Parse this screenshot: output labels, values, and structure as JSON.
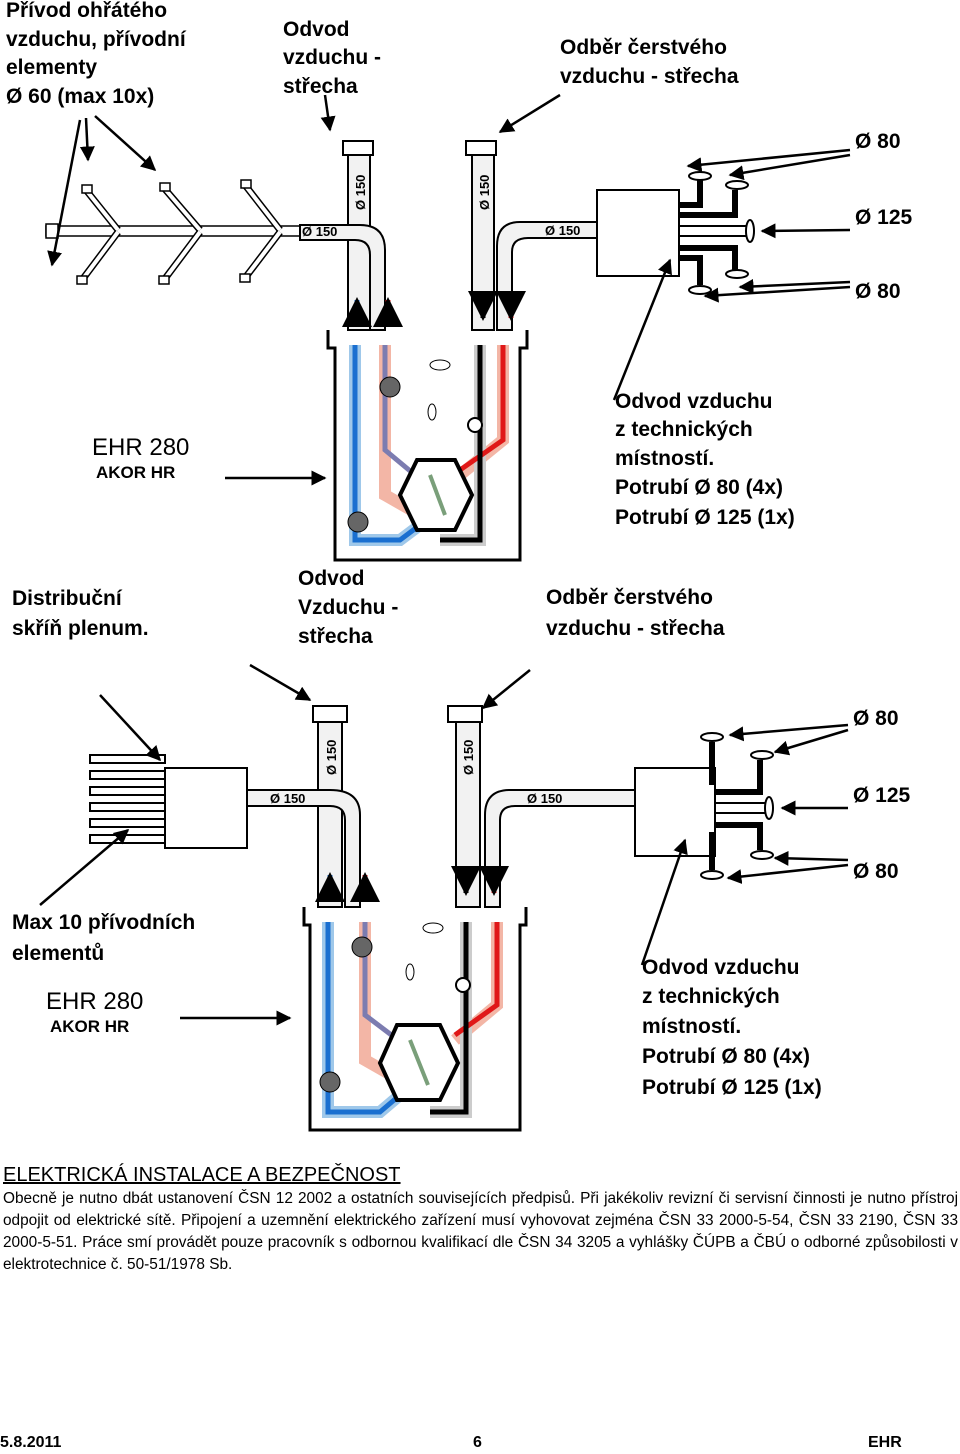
{
  "top_diagram": {
    "label_supply": [
      "Přívod ohřátého",
      "vzduchu, přívodní",
      "elementy",
      "Ø 60 (max  10x)"
    ],
    "label_exhaust_roof": [
      "Odvod",
      "vzduchu -",
      "střecha"
    ],
    "label_fresh_roof": [
      "Odběr čerstvého",
      "vzduchu - střecha"
    ],
    "diam_80_top": "Ø 80",
    "diam_125": "Ø 125",
    "diam_80_bottom": "Ø 80",
    "unit_name": "EHR 280",
    "unit_ghost": "AKOR HR",
    "label_technical": [
      "Odvod vzduchu",
      "z technických",
      "místností.",
      "Potrubí Ø 80 (4x)",
      "Potrubí Ø 125 (1x)"
    ],
    "pipe_150_labels": [
      "Ø 150",
      "Ø 150",
      "Ø 150",
      "Ø 150"
    ]
  },
  "bottom_diagram": {
    "label_plenum": [
      "Distribuční",
      "skříň plenum."
    ],
    "label_exhaust_roof": [
      "Odvod",
      "Vzduchu -",
      "střecha"
    ],
    "label_fresh_roof": [
      "Odběr čerstvého",
      "vzduchu - střecha"
    ],
    "diam_80_top": "Ø 80",
    "diam_125": "Ø 125",
    "diam_80_bottom": "Ø 80",
    "label_max": [
      "Max 10 přívodních",
      "elementů"
    ],
    "unit_name": "EHR 280",
    "unit_ghost": "AKOR HR",
    "label_technical": [
      "Odvod vzduchu",
      "z technických",
      "místností.",
      "Potrubí Ø 80 (4x)",
      "Potrubí Ø 125 (1x)"
    ],
    "pipe_150_labels": [
      "Ø 150",
      "Ø 150",
      "Ø 150",
      "Ø 150"
    ]
  },
  "section": {
    "heading": "ELEKTRICKÁ INSTALACE A BEZPEČNOST",
    "body": "Obecně je nutno dbát ustanovení ČSN 12 2002 a ostatních souvisejících předpisů. Při jakékoliv revizní či servisní činnosti je nutno přístroj odpojit od elektrické sítě. Připojení a uzemnění elektrického zařízení musí vyhovovat zejména ČSN 33 2000-5-54, ČSN 33 2190, ČSN 33 2000-5-51. Práce smí provádět pouze pracovník s odbornou kvalifikací dle ČSN 34 3205 a vyhlášky ČÚPB a ČBÚ o odborné způsobilosti v elektrotechnice č. 50-51/1978 Sb."
  },
  "footer": {
    "date": "5.8.2011",
    "page": "6",
    "brand": "EHR"
  },
  "colors": {
    "supply_red": "#e01818",
    "extract_blue": "#1a6fd0",
    "pipe_fill": "#f2f2f2",
    "glow_red": "#f3b6a6",
    "glow_blue": "#9fc8ea",
    "text": "#000000"
  }
}
